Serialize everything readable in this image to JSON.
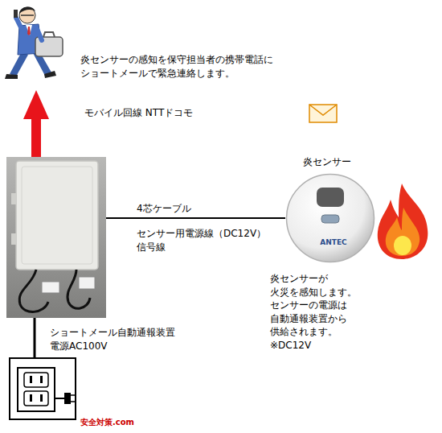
{
  "diagram": {
    "nodes": [
      {
        "text": [
          "炎センサーの感知を保守担当者の携帯電話に ショートメールで緊急連絡します。"
        ]
      },
      {
        "text": [
          "ショートメール自動通報装置 電源AC100V"
        ]
      },
      {
        "text": [
          "炎センサー",
          "ANTEC"
        ]
      }
    ],
    "edges": [
      {
        "from": 1,
        "to": 0,
        "arrow": "to",
        "label": "モバイル回線 NTTドコモ"
      },
      {
        "from": 1,
        "to": 2,
        "arrow": "none",
        "label": "4芯ケーブル"
      }
    ],
    "labels": [
      "センサー用電源線（DC12V）",
      "信号線",
      "炎センサーが 火災を感知します。 センサーの電源は 自動通報装置から 供給されます。 ※DC12V",
      "安全対策.com"
    ]
  }
}
